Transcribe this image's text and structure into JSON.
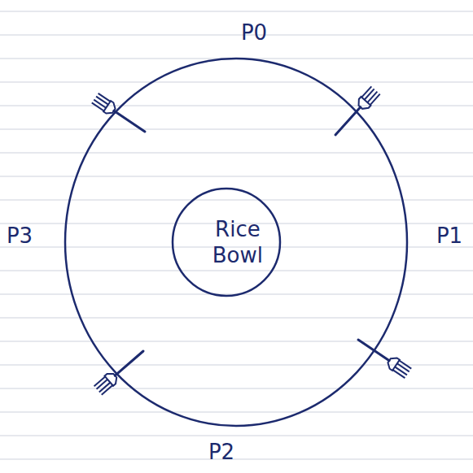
{
  "diagram": {
    "nodes": [
      {
        "text": [
          "Rice Bowl"
        ]
      }
    ],
    "labels": [
      "P0",
      "P1",
      "P2",
      "P3"
    ]
  }
}
